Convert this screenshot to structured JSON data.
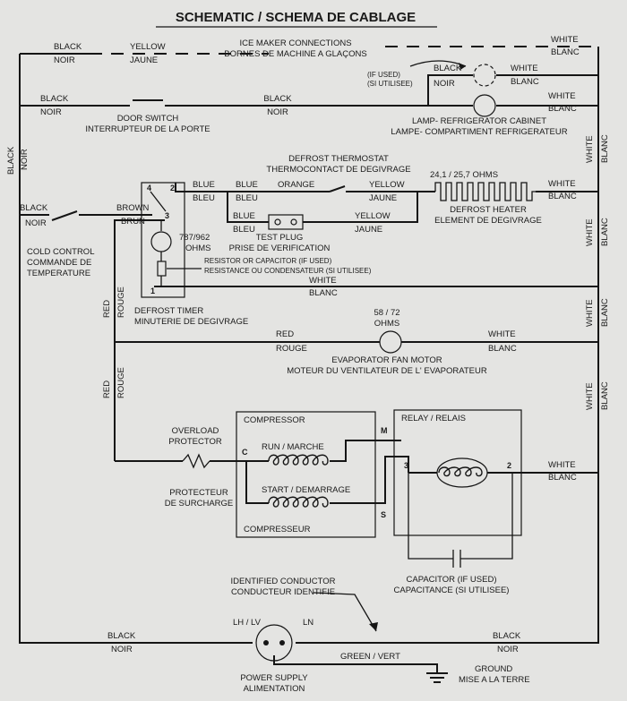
{
  "title": "SCHEMATIC / SCHEMA DE CABLAGE",
  "colors": {
    "background": "#e4e4e2",
    "ink": "#151515"
  },
  "wires": {
    "black": "BLACK",
    "noir": "NOIR",
    "white": "WHITE",
    "blanc": "BLANC",
    "yellow": "YELLOW",
    "jaune": "JAUNE",
    "blue": "BLUE",
    "bleu": "BLEU",
    "orange": "ORANGE",
    "brown": "BROWN",
    "brun": "BRUN",
    "red": "RED",
    "rouge": "ROUGE",
    "green_vert": "GREEN / VERT"
  },
  "components": {
    "ice_maker": {
      "en": "ICE MAKER CONNECTIONS",
      "fr": "BORNES DE MACHINE A GLAÇONS"
    },
    "if_used": {
      "en": "(IF USED)",
      "fr": "(SI UTILISEE)"
    },
    "door_switch": {
      "en": "DOOR SWITCH",
      "fr": "INTERRUPTEUR DE LA PORTE"
    },
    "lamp": {
      "en": "LAMP- REFRIGERATOR CABINET",
      "fr": "LAMPE- COMPARTIMENT REFRIGERATEUR"
    },
    "defrost_thermostat": {
      "en": "DEFROST THERMOSTAT",
      "fr": "THERMOCONTACT DE DEGIVRAGE"
    },
    "defrost_heater": {
      "ohms": "24,1 / 25,7 OHMS",
      "en": "DEFROST HEATER",
      "fr": "ELEMENT DE DEGIVRAGE"
    },
    "cold_control": {
      "en": "COLD CONTROL",
      "fr1": "COMMANDE DE",
      "fr2": "TEMPERATURE"
    },
    "test_plug": {
      "en": "TEST PLUG",
      "fr": "PRISE DE VERIFICATION"
    },
    "timer_motor": {
      "ohms1": "787/962",
      "ohms2": "OHMS"
    },
    "resistor": {
      "en": "RESISTOR OR CAPACITOR (IF USED)",
      "fr": "RESISTANCE OU CONDENSATEUR (SI UTILISEE)"
    },
    "defrost_timer": {
      "en": "DEFROST TIMER",
      "fr": "MINUTERIE DE DEGIVRAGE"
    },
    "fan_motor": {
      "ohms1": "58 / 72",
      "ohms2": "OHMS",
      "en": "EVAPORATOR FAN MOTOR",
      "fr": "MOTEUR DU VENTILATEUR DE L' EVAPORATEUR"
    },
    "compressor": {
      "en": "COMPRESSOR",
      "fr": "COMPRESSEUR",
      "run": "RUN / MARCHE",
      "start": "START / DEMARRAGE"
    },
    "overload": {
      "en1": "OVERLOAD",
      "en2": "PROTECTOR",
      "fr1": "PROTECTEUR",
      "fr2": "DE SURCHARGE"
    },
    "relay": {
      "label": "RELAY / RELAIS"
    },
    "capacitor": {
      "en": "CAPACITOR (IF USED)",
      "fr": "CAPACITANCE (SI UTILISEE)"
    },
    "identified": {
      "en": "IDENTIFIED CONDUCTOR",
      "fr": "CONDUCTEUR IDENTIFIE"
    },
    "power": {
      "lhlv": "LH / LV",
      "ln": "LN",
      "en": "POWER SUPPLY",
      "fr": "ALIMENTATION"
    },
    "ground": {
      "en": "GROUND",
      "fr": "MISE A LA TERRE"
    }
  },
  "terminals": {
    "t1": "1",
    "t2": "2",
    "t3": "3",
    "t4": "4",
    "c": "C",
    "m": "M",
    "s": "S"
  }
}
